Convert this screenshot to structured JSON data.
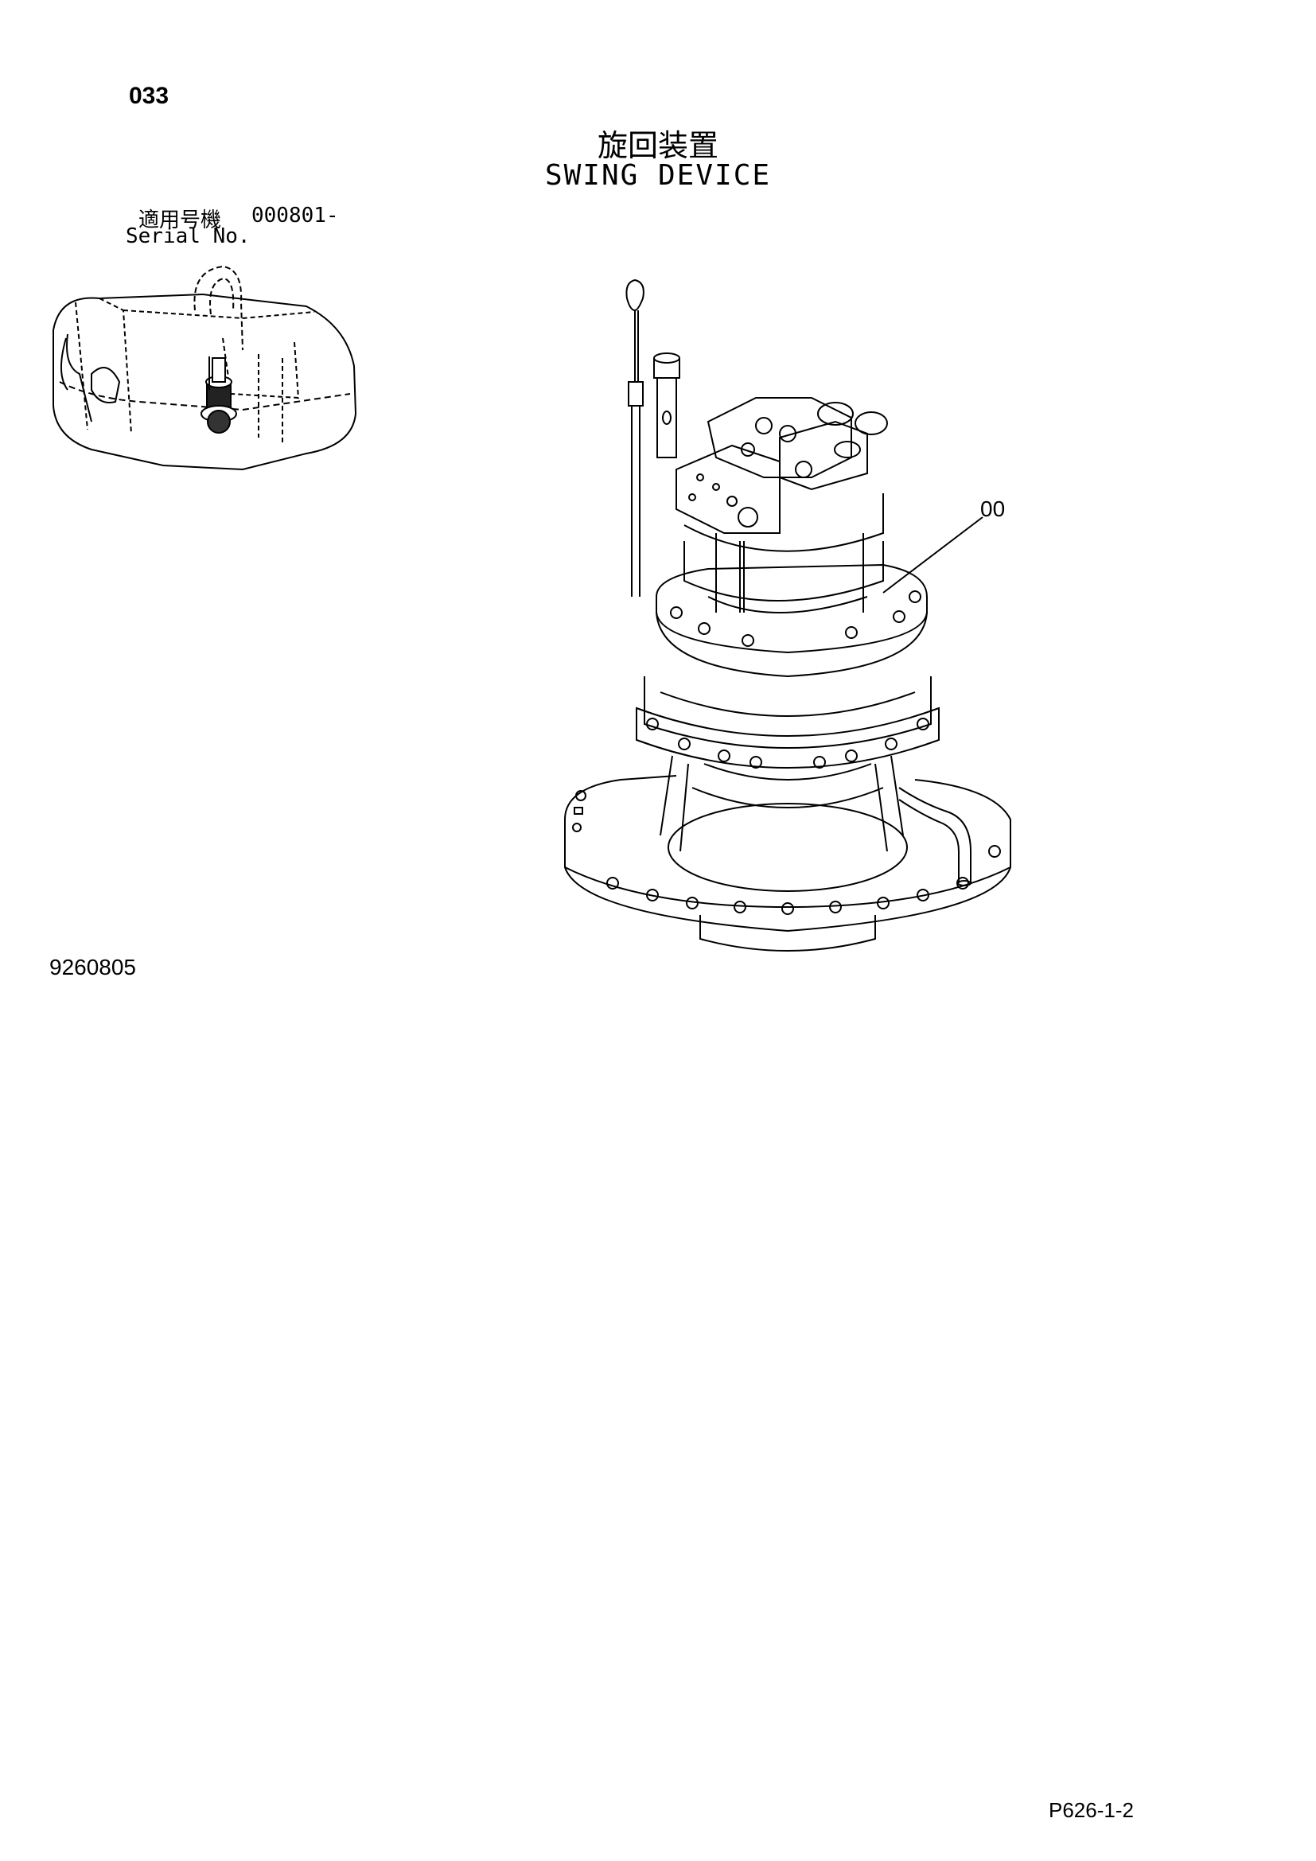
{
  "page": {
    "number": "033",
    "title_jp": "旋回装置",
    "title_en": "SWING DEVICE",
    "serial_label_jp": "適用号機",
    "serial_value": "000801-",
    "serial_label_en": "Serial No.",
    "drawing_number": "9260805",
    "callout_label": "00",
    "page_ref": "P626-1-2"
  }
}
